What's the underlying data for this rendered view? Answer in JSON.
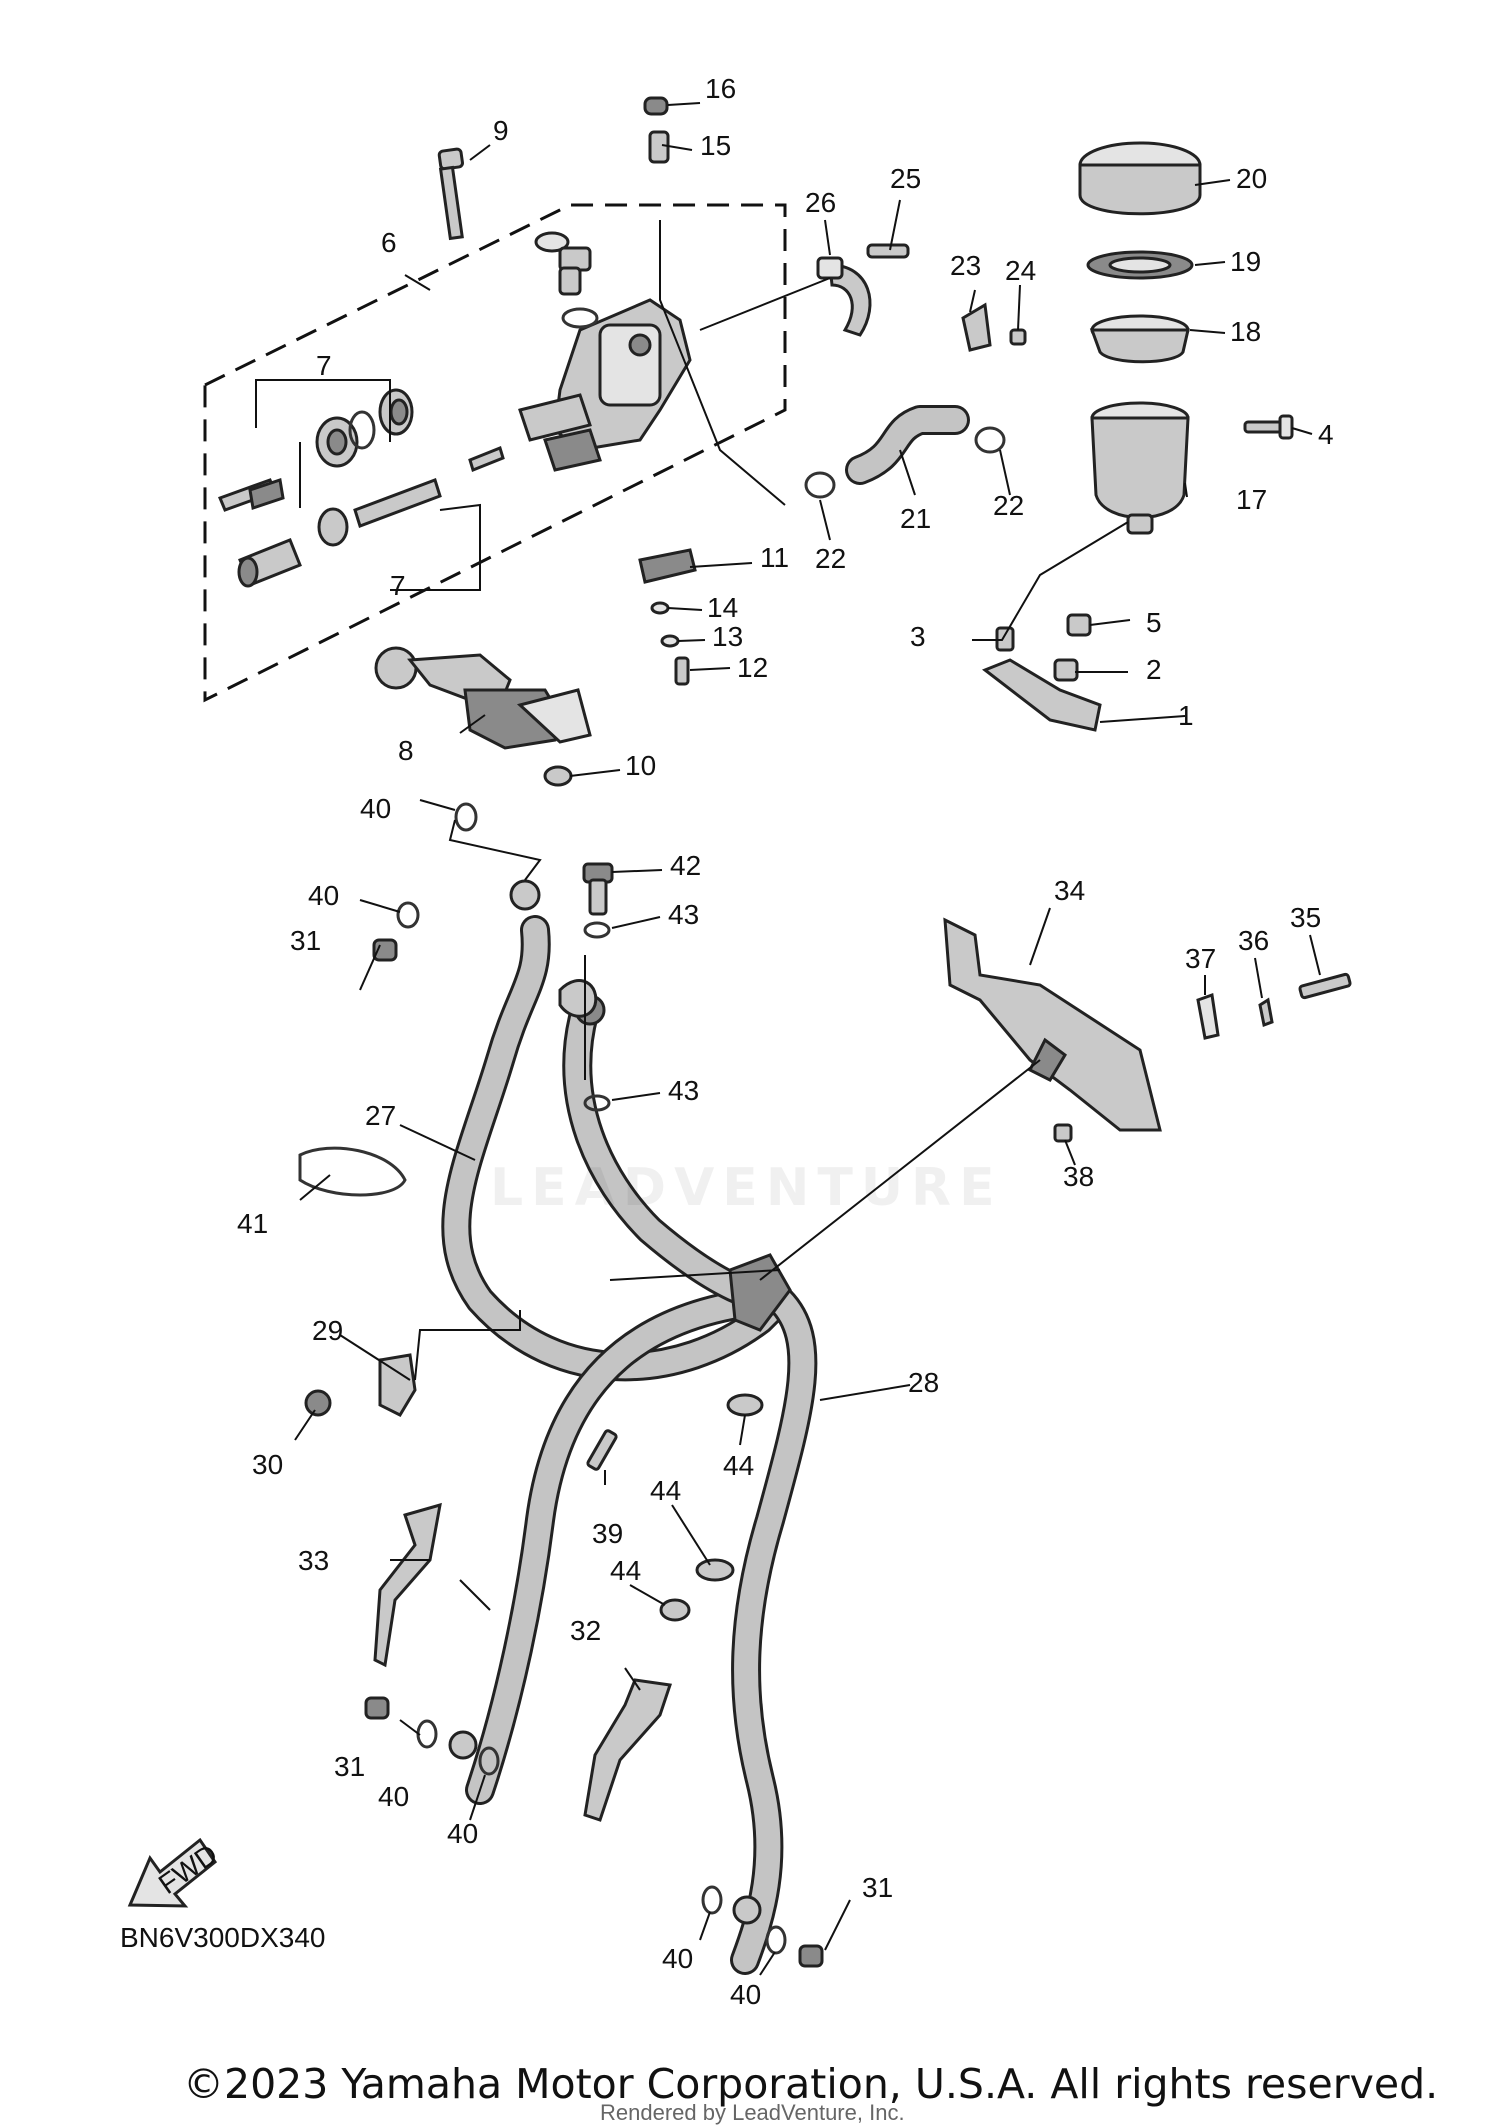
{
  "diagram": {
    "callouts": {
      "c1": "1",
      "c2": "2",
      "c3": "3",
      "c4": "4",
      "c5": "5",
      "c6": "6",
      "c7a": "7",
      "c7b": "7",
      "c8": "8",
      "c9": "9",
      "c10": "10",
      "c11": "11",
      "c12": "12",
      "c13": "13",
      "c14": "14",
      "c15": "15",
      "c16": "16",
      "c17": "17",
      "c18": "18",
      "c19": "19",
      "c20": "20",
      "c21": "21",
      "c22a": "22",
      "c22b": "22",
      "c23": "23",
      "c24": "24",
      "c25": "25",
      "c26": "26",
      "c27": "27",
      "c28": "28",
      "c29": "29",
      "c30": "30",
      "c31a": "31",
      "c31b": "31",
      "c31c": "31",
      "c32": "32",
      "c33": "33",
      "c34": "34",
      "c35": "35",
      "c36": "36",
      "c37": "37",
      "c38": "38",
      "c39": "39",
      "c40a": "40",
      "c40b": "40",
      "c40c": "40",
      "c40d": "40",
      "c40e": "40",
      "c40f": "40",
      "c41": "41",
      "c42": "42",
      "c43a": "43",
      "c43b": "43",
      "c44a": "44",
      "c44b": "44",
      "c44c": "44"
    },
    "fwd_label": "FWD",
    "reference_code": "BN6V300DX340",
    "watermark_text": "LEADVENTURE"
  },
  "footer": {
    "copyright": "©2023 Yamaha Motor Corporation, U.S.A. All rights reserved.",
    "render_credit": "Rendered by LeadVenture, Inc."
  }
}
